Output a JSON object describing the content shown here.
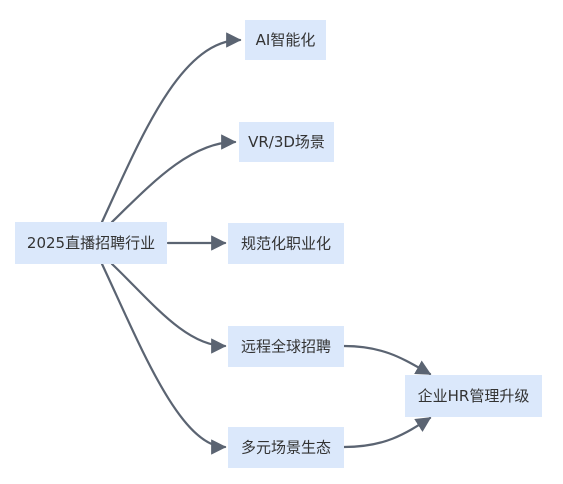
{
  "nodes": {
    "root": "2025直播招聘行业",
    "ai": "AI智能化",
    "vr": "VR/3D场景",
    "norm": "规范化职业化",
    "remote": "远程全球招聘",
    "multi": "多元场景生态",
    "hr": "企业HR管理升级"
  },
  "edges": [
    {
      "from": "root",
      "to": "ai"
    },
    {
      "from": "root",
      "to": "vr"
    },
    {
      "from": "root",
      "to": "norm"
    },
    {
      "from": "root",
      "to": "remote"
    },
    {
      "from": "root",
      "to": "multi"
    },
    {
      "from": "remote",
      "to": "hr"
    },
    {
      "from": "multi",
      "to": "hr"
    }
  ],
  "colors": {
    "node_fill": "#dbe8fb",
    "edge": "#5b6472",
    "text": "#333333"
  }
}
